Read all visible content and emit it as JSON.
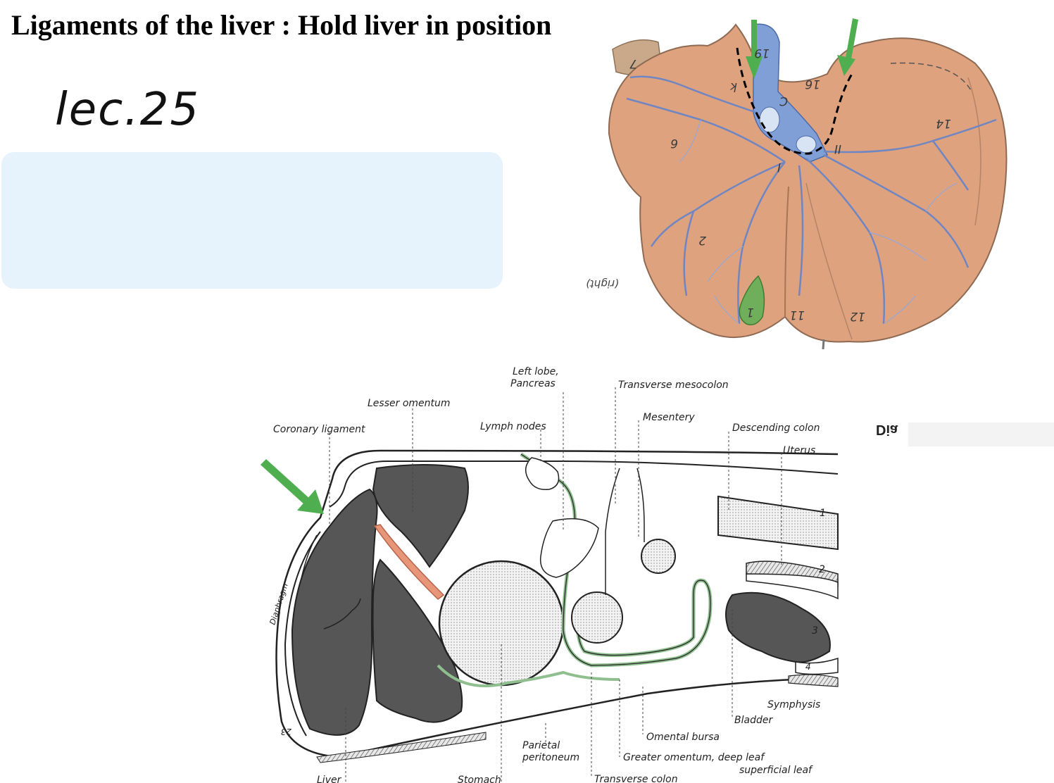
{
  "title": "Ligaments of the liver : Hold liver in position",
  "handwritten_note": "lec.25",
  "liver_figure": {
    "orientation_label": "(right)",
    "numbers": [
      "19",
      "7",
      "k",
      "16",
      "C",
      "14",
      "6",
      "I",
      "II",
      "2",
      "1",
      "11",
      "12"
    ]
  },
  "section_figure": {
    "labels": {
      "left_lobe_pancreas_1": "Left lobe,",
      "left_lobe_pancreas_2": "Pancreas",
      "transverse_mesocolon": "Transverse mesocolon",
      "lesser_omentum": "Lesser omentum",
      "mesentery": "Mesentery",
      "coronary_ligament": "Coronary ligament",
      "lymph_nodes": "Lymph nodes",
      "descending_colon": "Descending colon",
      "uterus": "Uterus",
      "diaphragm": "Diaphragm",
      "symphysis": "Symphysis",
      "bladder": "Bladder",
      "omental_bursa": "Omental bursa",
      "parietal_peritoneum_1": "Parietal",
      "parietal_peritoneum_2": "peritoneum",
      "greater_omentum_deep": "Greater omentum, deep leaf",
      "superficial_leaf": "superficial leaf",
      "liver": "Liver",
      "stomach": "Stomach",
      "transverse_colon": "Transverse colon",
      "num_1": "1",
      "num_2": "2",
      "num_3": "3",
      "num_4": "4",
      "corner_mark": "23"
    }
  },
  "side_tab_text": "Dia",
  "colors": {
    "note_box": "#e6f2fc",
    "liver_tissue": "#dea27f",
    "vessels": "#6f86c2",
    "arrow": "#4fae4f",
    "organ_dark": "#565656",
    "peritoneum_green": "#8fbf8f",
    "ligament_orange": "#e8967a"
  }
}
